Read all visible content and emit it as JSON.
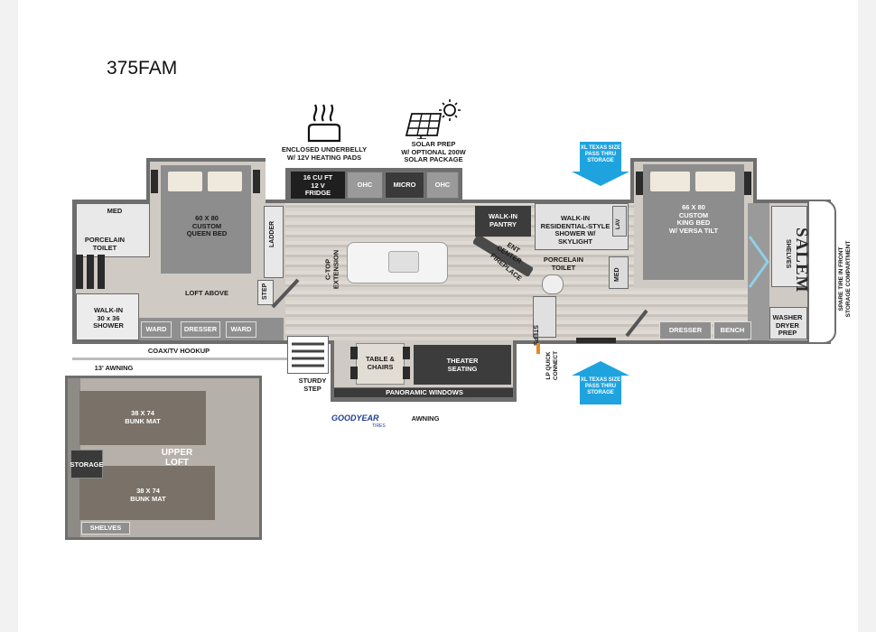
{
  "model_name": "375FAM",
  "features": {
    "underbelly": "ENCLOSED UNDERBELLY\nW/ 12V HEATING PADS",
    "solar": "SOLAR PREP\nW/ OPTIONAL 200W\nSOLAR PACKAGE"
  },
  "labels": {
    "fridge": "16 CU FT\n12 V\nFRIDGE",
    "ohc": "OHC",
    "micro": "MICRO",
    "queen_bed": "60 X 80\nCUSTOM\nQUEEN BED",
    "ladder": "LADDER",
    "med": "MED",
    "porcelain_toilet_left": "PORCELAIN\nTOILET",
    "loft_above": "LOFT ABOVE",
    "step": "STEP",
    "walkin_shower": "WALK-IN\n30 x 36\nSHOWER",
    "ward": "WARD",
    "dresser": "DRESSER",
    "coax": "COAX/TV HOOKUP",
    "awning_13": "13' AWNING",
    "ctop": "C-TOP\nEXTENSION",
    "walkin_pantry": "WALK-IN\nPANTRY",
    "ent_center": "ENT\nCENTER",
    "fireplace": "FIREPLACE",
    "residential_shower": "WALK-IN\nRESIDENTIAL-STYLE\nSHOWER W/\nSKYLIGHT",
    "porcelain_toilet_right": "PORCELAIN\nTOILET",
    "lav": "LAV",
    "steps": "STEPS",
    "king_bed": "66 X 80\nCUSTOM\nKING BED\nW/ VERSA TILT",
    "shelves": "SHELVES",
    "washer_dryer": "WASHER\nDRYER\nPREP",
    "bench": "BENCH",
    "salem": "SALEM",
    "spare_tire": "SPARE TIRE IN FRONT\nSTORAGE COMPARTMENT",
    "table_chairs": "TABLE &\nCHAIRS",
    "theater_seating": "THEATER\nSEATING",
    "panoramic_windows": "PANORAMIC WINDOWS",
    "sturdy_step": "STURDY\nSTEP",
    "lp_quick_connect": "LP QUICK\nCONNECT",
    "xl_texas": "XL TEXAS SIZE\nPASS THRU\nSTORAGE",
    "goodyear": "GOODYEAR",
    "tires": "TIRES",
    "awning": "AWNING",
    "bunk_mat": "38 X 74\nBUNK MAT",
    "upper_loft": "UPPER\nLOFT",
    "storage": "STORAGE",
    "loft_shelves": "SHELVES"
  },
  "colors": {
    "accent_blue": "#1ea3df",
    "goodyear_blue": "#1d3f8f",
    "goodyear_yellow": "#f3c400"
  }
}
